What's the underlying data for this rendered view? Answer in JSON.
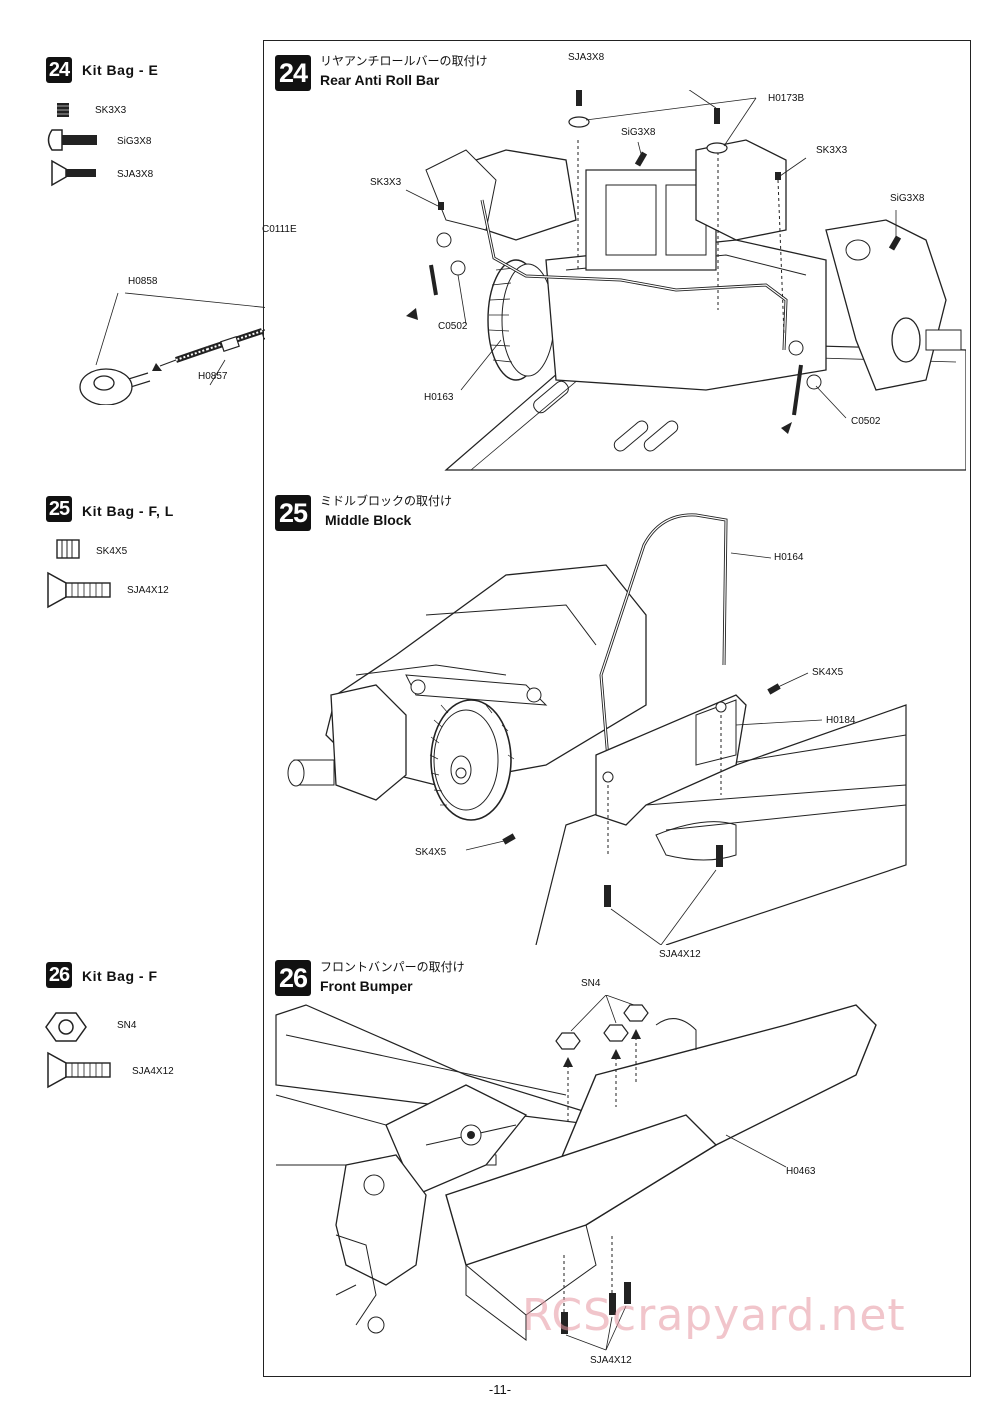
{
  "kit_bags": [
    {
      "number": "24",
      "title": "Kit Bag - E",
      "parts": [
        {
          "icon": "set-screw-icon",
          "label": "SK3X3"
        },
        {
          "icon": "button-head-screw-icon",
          "label": "SiG3X8"
        },
        {
          "icon": "countersunk-screw-icon",
          "label": "SJA3X8"
        }
      ]
    },
    {
      "number": "25",
      "title": "Kit Bag - F, L",
      "parts": [
        {
          "icon": "set-screw-icon",
          "label": "SK4X5"
        },
        {
          "icon": "countersunk-screw-icon",
          "label": "SJA4X12"
        }
      ]
    },
    {
      "number": "26",
      "title": "Kit Bag - F",
      "parts": [
        {
          "icon": "nut-icon",
          "label": "SN4"
        },
        {
          "icon": "countersunk-screw-icon",
          "label": "SJA4X12"
        }
      ]
    }
  ],
  "sub_assembly": {
    "labels": [
      "C0111E",
      "H0858",
      "H0857"
    ]
  },
  "steps": [
    {
      "number": "24",
      "title_ja": "リヤアンチロールバーの取付け",
      "title_en": "Rear Anti Roll Bar",
      "callouts": [
        "SJA3X8",
        "H0173B",
        "SiG3X8",
        "SK3X3",
        "SK3X3",
        "SiG3X8",
        "C0502",
        "H0163",
        "C0502"
      ]
    },
    {
      "number": "25",
      "title_ja": "ミドルブロックの取付け",
      "title_en": "Middle Block",
      "callouts": [
        "H0164",
        "SK4X5",
        "H0184",
        "SK4X5",
        "SJA4X12"
      ]
    },
    {
      "number": "26",
      "title_ja": "フロントバンパーの取付け",
      "title_en": "Front Bumper",
      "callouts": [
        "SN4",
        "H0463",
        "SJA4X12"
      ]
    }
  ],
  "footer": {
    "page_number": "-11-",
    "watermark": "RCScrapyard.net"
  }
}
